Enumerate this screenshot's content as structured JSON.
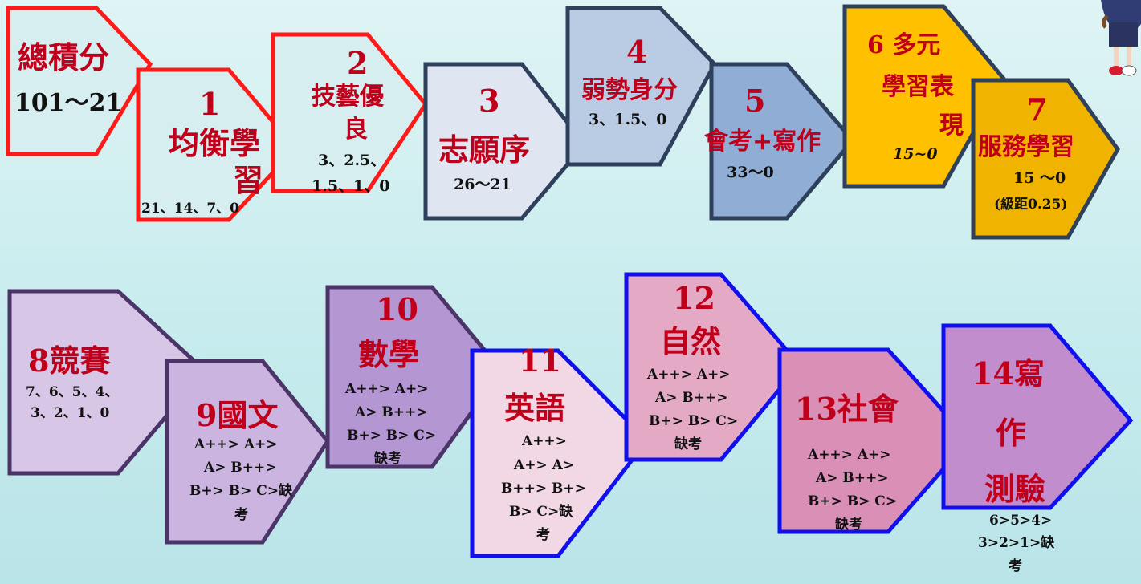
{
  "steps": {
    "s0": {
      "title": "總積分",
      "range": "101～21"
    },
    "s1": {
      "num": "1",
      "line1": "均衡學",
      "line2": "習",
      "range": "21、14、7、0"
    },
    "s2": {
      "num": "2",
      "line1": "技藝優",
      "line2": "良",
      "range1": "3、2.5、",
      "range2": "1.5、1、0"
    },
    "s3": {
      "num": "3",
      "title": "志願序",
      "range": "26～21"
    },
    "s4": {
      "num": "4",
      "title": "弱勢身分",
      "range": "3、1.5、0"
    },
    "s5": {
      "num": "5",
      "title": "會考+寫作",
      "range": "33～0"
    },
    "s6": {
      "num_title": "6 多元",
      "line2": "學習表",
      "line3": "現",
      "range": "15~0"
    },
    "s7": {
      "num": "7",
      "title": "服務學習",
      "range": "15 ～0",
      "note": "(級距0.25)"
    },
    "s8": {
      "title": "8競賽",
      "range1": "7、6、5、4、",
      "range2": "3、2、1、0"
    },
    "s9": {
      "title": "9國文",
      "l1": "A++> A+>",
      "l2": "A> B++>",
      "l3": "B+> B> C>缺",
      "l4": "考"
    },
    "s10": {
      "num": "10",
      "title": "數學",
      "l1": "A++> A+>",
      "l2": "A> B++>",
      "l3": "B+> B> C>",
      "l4": "缺考"
    },
    "s11": {
      "num": "11",
      "title": "英語",
      "l1": "A++>",
      "l2": "A+> A>",
      "l3": "B++> B+>",
      "l4": "B> C>缺",
      "l5": "考"
    },
    "s12": {
      "num": "12",
      "title": "自然",
      "l1": "A++> A+>",
      "l2": "A> B++>",
      "l3": "B+> B> C>",
      "l4": "缺考"
    },
    "s13": {
      "title": "13社會",
      "l1": "A++> A+>",
      "l2": "A> B++>",
      "l3": "B+> B> C>",
      "l4": "缺考"
    },
    "s14": {
      "line1": "14寫",
      "line2": "作",
      "line3": "測驗",
      "l1": "6>5>4>",
      "l2": "3>2>1>缺",
      "l3": "考"
    }
  },
  "colors": {
    "red_border": "#ff1a1a",
    "red_fill": "#d6eef0",
    "navy_border": "#2e405c",
    "blue_fill1": "#dfe6f1",
    "blue_fill2": "#b9cce4",
    "blue_fill3": "#8fadd5",
    "gold_fill1": "#ffc000",
    "gold_fill2": "#f0b400",
    "purple_border": "#4b3468",
    "purple_fill1": "#d7c6e6",
    "purple_fill2": "#cbb4df",
    "purple_fill3": "#b396d2",
    "blue_border": "#1010ee",
    "pink_fill1": "#f1d8e4",
    "pink_fill2": "#e3a9c5",
    "pink_fill3": "#d98fb6",
    "pink_fill4": "#c18dcc"
  }
}
